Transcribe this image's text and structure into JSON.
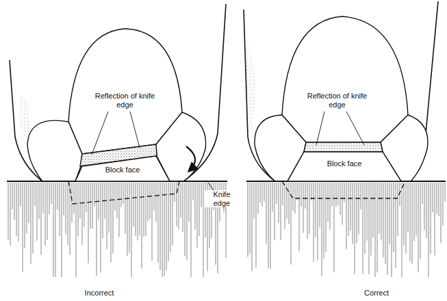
{
  "diagram": {
    "nodes": [
      {
        "text": [
          "Block face"
        ]
      },
      {
        "text": [
          "Block face"
        ]
      }
    ],
    "labels": [
      "Reflection of knife edge",
      "Reflection of knife edge",
      "Knife edge",
      "Incorrect",
      "Correct"
    ]
  }
}
